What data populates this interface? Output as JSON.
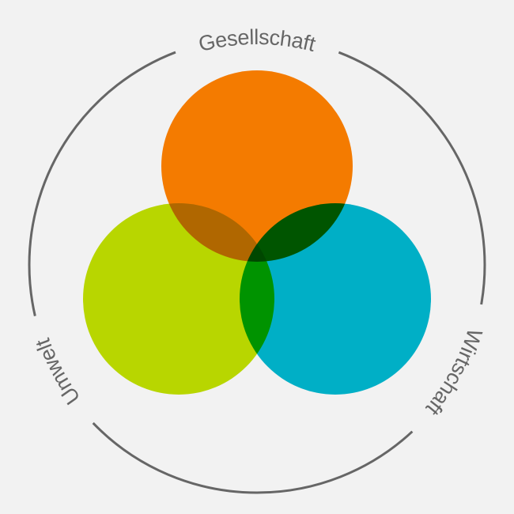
{
  "labels": {
    "top": "Gesellschaft",
    "right": "Wirtschaft",
    "left": "Umwelt"
  },
  "colors": {
    "background": "#f2f2f2",
    "ring": "#666666",
    "society": "#f47b00",
    "environment": "#b8d600",
    "economy": "#00afc6"
  }
}
